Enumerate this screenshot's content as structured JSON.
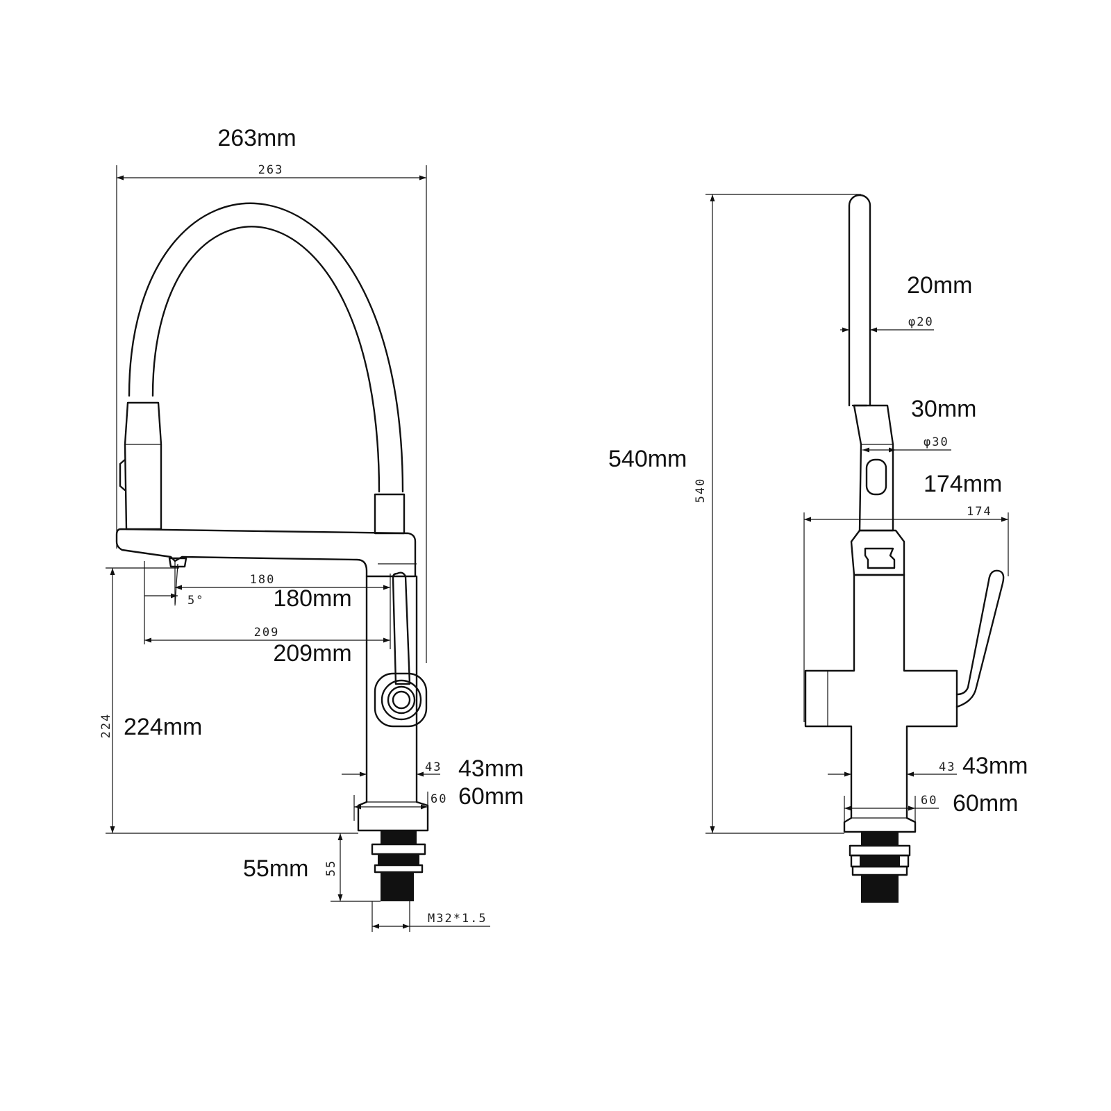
{
  "side_view": {
    "width_label": "263mm",
    "width_dim": "263",
    "reach_small": "180",
    "reach_label": "180mm",
    "angle": "5°",
    "spout_small": "209",
    "spout_label": "209mm",
    "height_small": "224",
    "height_label": "224mm",
    "body_small": "43",
    "body_label": "43mm",
    "base_small": "60",
    "base_label": "60mm",
    "shank_small": "55",
    "shank_label": "55mm",
    "thread": "M32*1.5"
  },
  "front_view": {
    "hose_small": "φ20",
    "hose_label": "20mm",
    "head_small": "φ30",
    "head_label": "30mm",
    "total_small": "540",
    "total_label": "540mm",
    "span_small": "174",
    "span_label": "174mm",
    "body_small": "43",
    "body_label": "43mm",
    "base_small": "60",
    "base_label": "60mm"
  }
}
